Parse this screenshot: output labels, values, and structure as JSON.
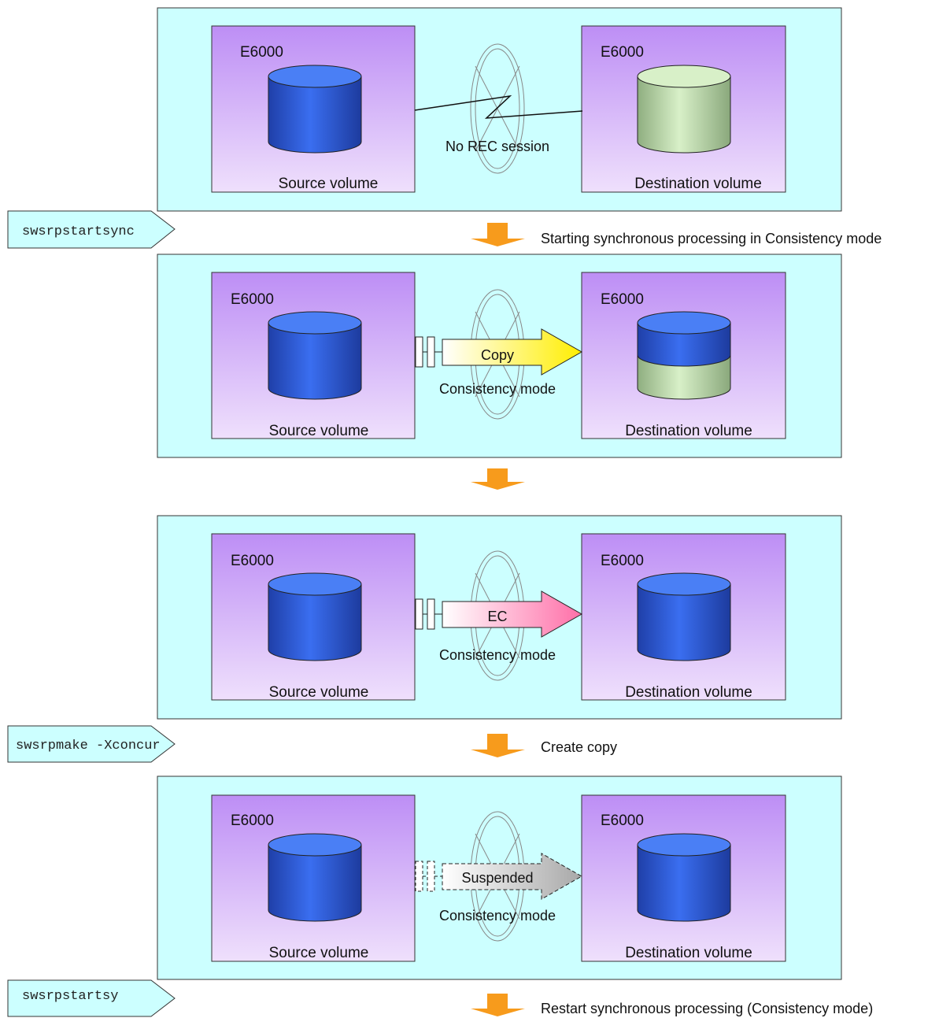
{
  "panels": [
    {
      "left_label": "E6000",
      "right_label": "E6000",
      "source_caption": "Source volume",
      "destination_caption": "Destination volume",
      "connection": "none",
      "link_label": "No REC session",
      "mode_label": "",
      "destination_state": "empty"
    },
    {
      "left_label": "E6000",
      "right_label": "E6000",
      "source_caption": "Source volume",
      "destination_caption": "Destination volume",
      "connection": "copy",
      "link_label": "Copy",
      "mode_label": "Consistency mode",
      "destination_state": "partial"
    },
    {
      "left_label": "E6000",
      "right_label": "E6000",
      "source_caption": "Source volume",
      "destination_caption": "Destination volume",
      "connection": "ec",
      "link_label": "EC",
      "mode_label": "Consistency mode",
      "destination_state": "full"
    },
    {
      "left_label": "E6000",
      "right_label": "E6000",
      "source_caption": "Source volume",
      "destination_caption": "Destination volume",
      "connection": "suspended",
      "link_label": "Suspended",
      "mode_label": "Consistency mode",
      "destination_state": "full"
    }
  ],
  "commands": [
    "swsrpstartsync",
    "swsrpmake -Xconcur",
    "swsrpstartsy"
  ],
  "steps": [
    "Starting synchronous processing in Consistency mode",
    "",
    "Create copy",
    "Restart synchronous processing (Consistency mode)"
  ],
  "colors": {
    "panel_bg": "#ccffff",
    "volume_blue": "#2a5bd7",
    "volume_green": "#b7d7a8",
    "step_arrow": "#f79b1c",
    "copy_arrow": "#ffff33",
    "ec_arrow": "#ff8fb5",
    "suspended_arrow": "#b4b4b4"
  }
}
